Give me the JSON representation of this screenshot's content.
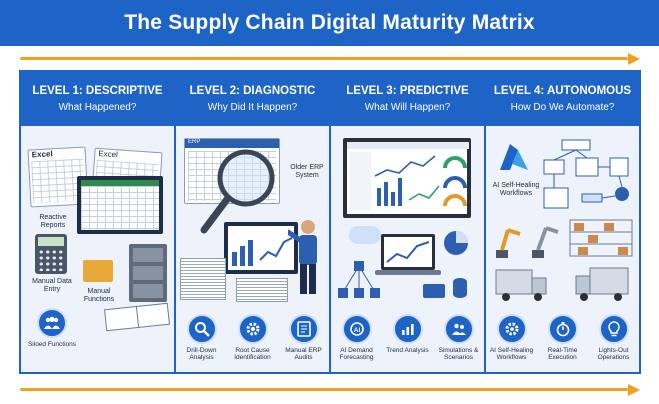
{
  "title": "The Supply Chain Digital Maturity Matrix",
  "colors": {
    "primary": "#1e63c6",
    "arrow": "#f0a020",
    "panel_bg": "#eef3fb"
  },
  "levels": [
    {
      "name": "LEVEL 1: DESCRIPTIVE",
      "question": "What Happened?",
      "labels": [
        "Excel",
        "Excel",
        "Reactive Reports",
        "Manual Data Entry",
        "Manual Functions"
      ],
      "bottom": [
        {
          "icon": "group-icon",
          "text": "Siloed Functions"
        }
      ]
    },
    {
      "name": "LEVEL 2: DIAGNOSTIC",
      "question": "Why Did It Happen?",
      "labels": [
        "ERP",
        "Older ERP System"
      ],
      "bottom": [
        {
          "icon": "magnifier-icon",
          "text": "Drill-Down Analysis"
        },
        {
          "icon": "gear-icon",
          "text": "Root Cause Identification"
        },
        {
          "icon": "document-icon",
          "text": "Manual ERP Audits"
        }
      ]
    },
    {
      "name": "LEVEL 3: PREDICTIVE",
      "question": "What Will Happen?",
      "labels": [],
      "bottom": [
        {
          "icon": "ai-chip-icon",
          "text": "AI Demand Forecasting"
        },
        {
          "icon": "trend-chart-icon",
          "text": "Trend Analysis"
        },
        {
          "icon": "people-icon",
          "text": "Simulations & Scenarios"
        }
      ]
    },
    {
      "name": "LEVEL 4: AUTONOMOUS",
      "question": "How Do We Automate?",
      "labels": [
        "AI Self-Healing Workflows"
      ],
      "bottom": [
        {
          "icon": "cog-icon",
          "text": "AI Self-Healing Workflows"
        },
        {
          "icon": "stopwatch-icon",
          "text": "Real-Time Execution"
        },
        {
          "icon": "lightbulb-icon",
          "text": "Lights-Out Operations"
        }
      ]
    }
  ]
}
